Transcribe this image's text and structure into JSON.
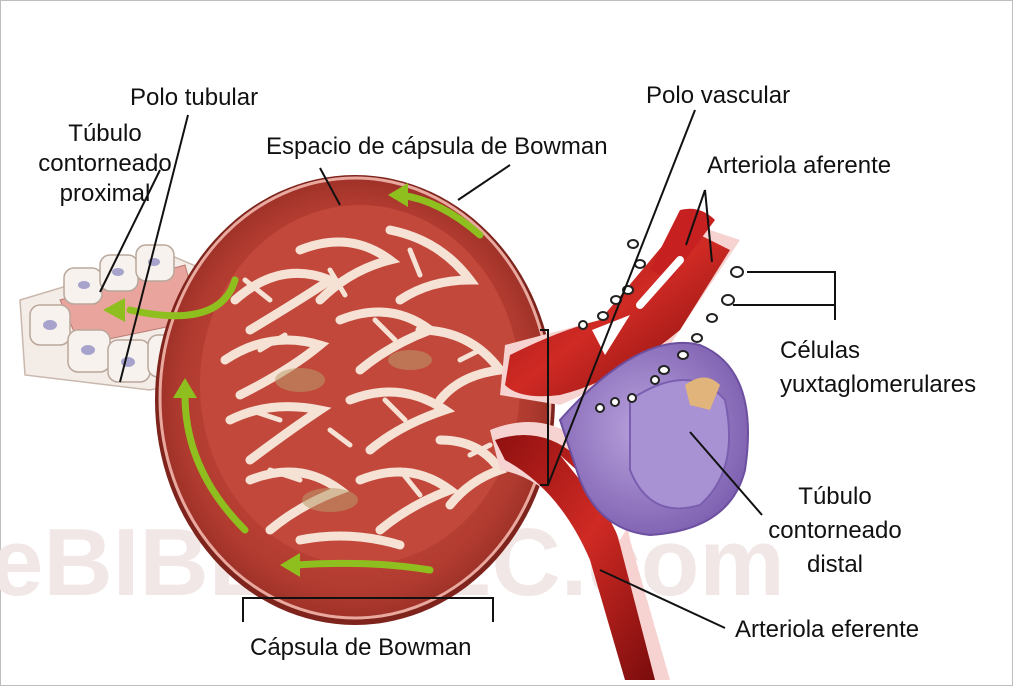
{
  "labels": {
    "polo_tubular": "Polo tubular",
    "tubulo_proximal": [
      "Túbulo",
      "contorneado",
      "proximal"
    ],
    "espacio_capsula": "Espacio de cápsula de  Bowman",
    "polo_vascular": "Polo vascular",
    "arteriola_aferente": "Arteriola aferente",
    "celulas_yuxta": [
      "Células",
      "yuxtaglomerulares"
    ],
    "tubulo_distal": [
      "Túbulo",
      "contorneado",
      "distal"
    ],
    "arteriola_eferente": "Arteriola eferente",
    "capsula_bowman": "Cápsula de  Bowman"
  },
  "watermark": "eBIBLIOTEC.com",
  "colors": {
    "capsule": "#b03a2e",
    "glomerulus_bg": "#c9443a",
    "capillary": "#f6e4d8",
    "artery": "#b81d1d",
    "arrow_green": "#8fbf1f",
    "distal_purple": "#9b7fc4",
    "cells_pink": "#f7d4d4"
  }
}
